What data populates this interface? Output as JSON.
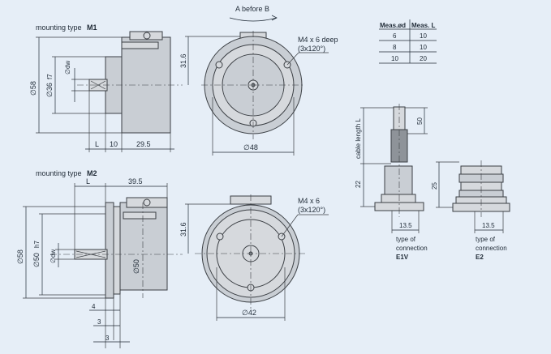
{
  "labels": {
    "mounting_m1_prefix": "mounting type",
    "mounting_m1_code": "M1",
    "mounting_m2_prefix": "mounting type",
    "mounting_m2_code": "M2",
    "view_direction": "A before B",
    "m4_deep": "M4 x 6 deep",
    "m4_deep_angle": "(3x120°)",
    "m4": "M4 x 6",
    "m4_angle": "(3x120°)",
    "cable_length": "cable length L",
    "conn_e1v_line1": "type of",
    "conn_e1v_line2": "connection",
    "conn_e1v_code": "E1V",
    "conn_e2_line1": "type of",
    "conn_e2_line2": "connection",
    "conn_e2_code": "E2"
  },
  "dimensions": {
    "d58_top": "∅58",
    "d36": "∅36",
    "d36_fit": "f7",
    "dw_top": "∅dw",
    "L_top": "L",
    "ten_top": "10",
    "len_295": "29.5",
    "h316_top": "31.6",
    "d48": "∅48",
    "L_bottom": "L",
    "len_395": "39.5",
    "d58_bottom": "∅58",
    "d50": "∅50",
    "d50_fit": "h7",
    "dw_bottom": "∅dw",
    "d50_body": "∅50",
    "four": "4",
    "three_a": "3",
    "three_b": "3",
    "h316_bottom": "31.6",
    "d42": "∅42",
    "fifty": "50",
    "twentytwo": "22",
    "twentyfive": "25",
    "w135_a": "13.5",
    "w135_b": "13.5"
  },
  "table": {
    "headers": [
      "Meas.ød",
      "Meas. L"
    ],
    "rows": [
      [
        "6",
        "10"
      ],
      [
        "8",
        "10"
      ],
      [
        "10",
        "20"
      ]
    ]
  }
}
